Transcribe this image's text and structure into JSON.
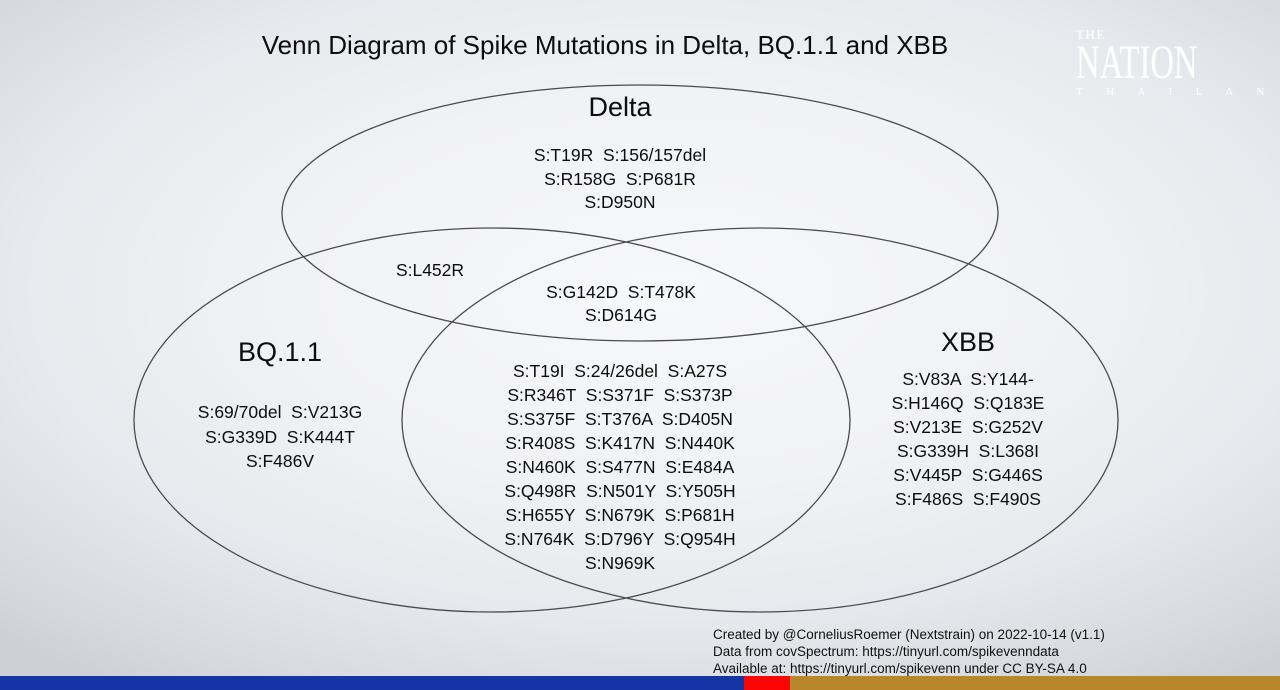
{
  "title": "Venn Diagram of Spike Mutations in Delta, BQ.1.1 and XBB",
  "logo": {
    "the": "THE",
    "nation": "NATION",
    "thailand": "T H A I L A N D"
  },
  "venn": {
    "delta": {
      "label": "Delta",
      "lines": [
        "S:T19R  S:156/157del",
        "S:R158G  S:P681R",
        "S:D950N"
      ]
    },
    "bq11": {
      "label": "BQ.1.1",
      "lines": [
        "S:69/70del  S:V213G",
        "S:G339D  S:K444T",
        "S:F486V"
      ]
    },
    "xbb": {
      "label": "XBB",
      "lines": [
        "S:V83A  S:Y144-",
        "S:H146Q  S:Q183E",
        "S:V213E  S:G252V",
        "S:G339H  S:L368I",
        "S:V445P  S:G446S",
        "S:F486S  S:F490S"
      ]
    },
    "delta_bq11": {
      "lines": [
        "S:L452R"
      ]
    },
    "delta_bq11_xbb": {
      "lines": [
        "S:G142D  S:T478K",
        "S:D614G"
      ]
    },
    "bq11_xbb": {
      "lines": [
        "S:T19I  S:24/26del  S:A27S",
        "S:R346T  S:S371F  S:S373P",
        "S:S375F  S:T376A  S:D405N",
        "S:R408S  S:K417N  S:N440K",
        "S:N460K  S:S477N  S:E484A",
        "S:Q498R  S:N501Y  S:Y505H",
        "S:H655Y  S:N679K  S:P681H",
        "S:N764K  S:D796Y  S:Q954H",
        "S:N969K"
      ]
    }
  },
  "attribution": {
    "lines": [
      "Created by @CorneliusRoemer (Nextstrain) on 2022-10-14 (v1.1)",
      "Data from covSpectrum: https://tinyurl.com/spikevenndata",
      "Available at: https://tinyurl.com/spikevenn under CC BY-SA 4.0"
    ]
  },
  "footer": {
    "blue": "#1635a4",
    "red": "#fb0404",
    "gold": "#b8872c"
  },
  "diagram": {
    "stroke_color": "#4b4b4b"
  }
}
